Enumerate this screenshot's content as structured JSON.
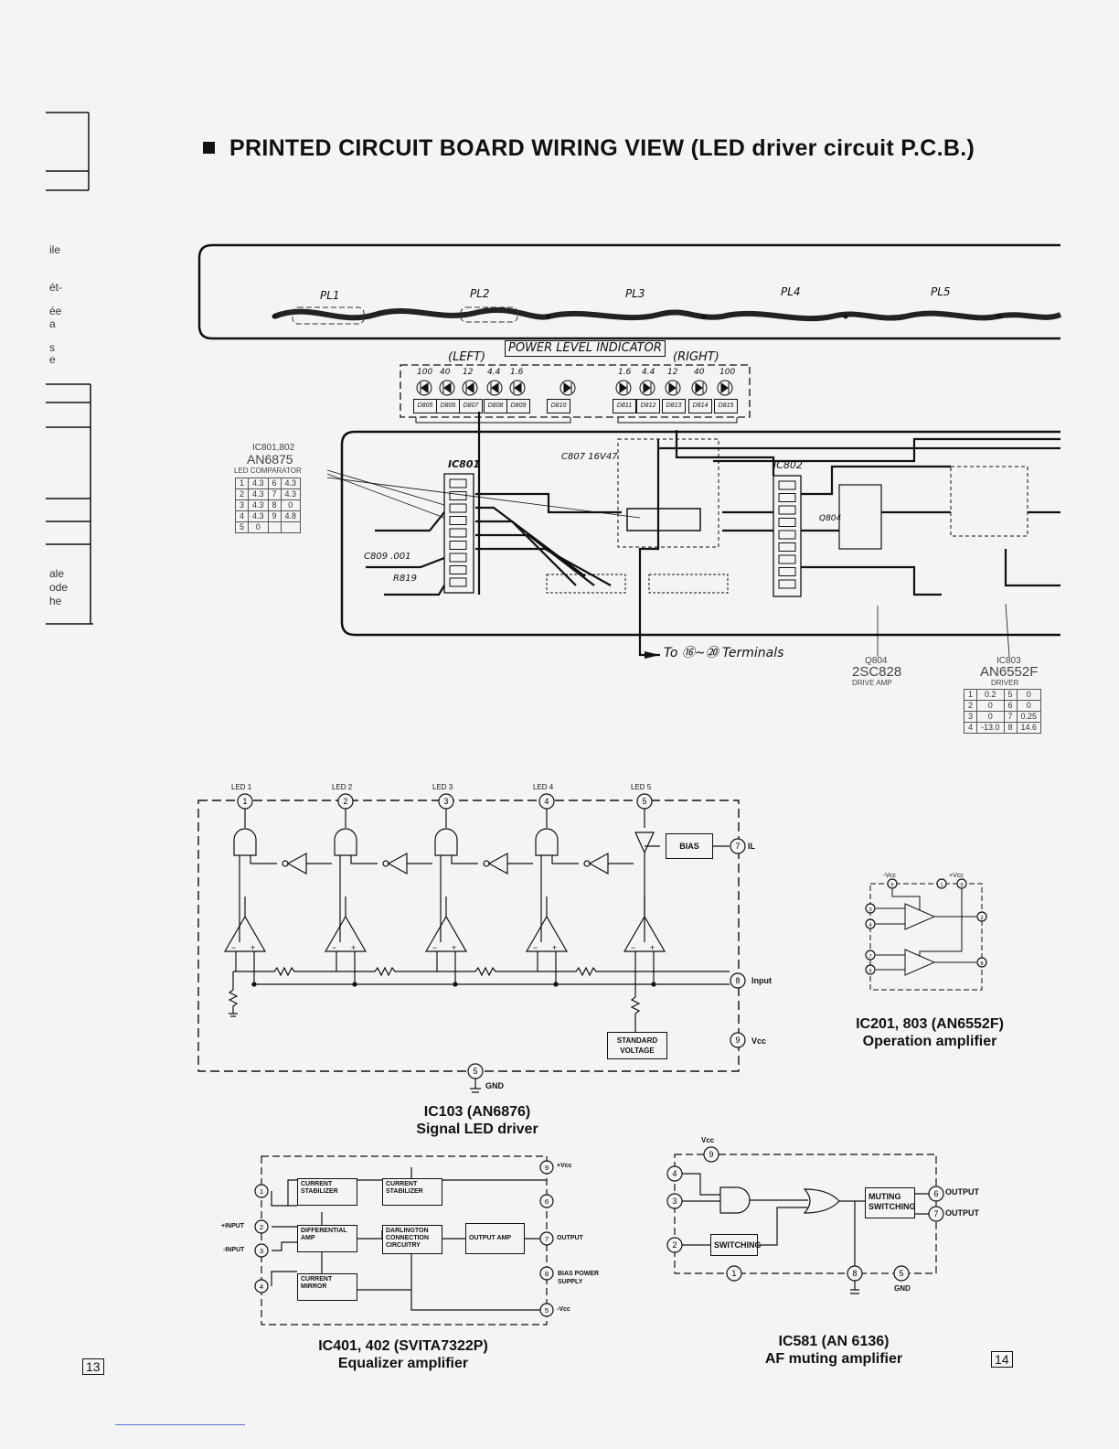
{
  "title": "PRINTED CIRCUIT BOARD WIRING VIEW  (LED driver circuit P.C.B.)",
  "side_fragments": [
    "ile",
    "ét-",
    "ée",
    "a",
    "s",
    "e",
    "ale",
    "ode",
    "he"
  ],
  "pcb": {
    "pilot_lamps": [
      "PL1",
      "PL2",
      "PL3",
      "PL4",
      "PL5"
    ],
    "indicator_title": "POWER LEVEL INDICATOR",
    "left_label": "(LEFT)",
    "right_label": "(RIGHT)",
    "left_levels": [
      "100",
      "40",
      "12",
      "4.4",
      "1.6"
    ],
    "right_levels": [
      "1.6",
      "4.4",
      "12",
      "40",
      "100"
    ],
    "leds_left": [
      "D805",
      "D806",
      "D807",
      "D808",
      "D809"
    ],
    "led_center": "D810",
    "leds_right": [
      "D811",
      "D812",
      "D813",
      "D814",
      "D815"
    ],
    "ic801_label": "IC801",
    "ic802_label": "IC802",
    "c807_label": "C807 16V47",
    "c809_label": "C809 .001",
    "r819_label": "R819",
    "q804_pcb_label": "Q804",
    "terminals_note": "To ⑯~⑳ Terminals",
    "ic801_callout": {
      "ref": "IC801,802",
      "part": "AN6875",
      "function": "LED COMPARATOR",
      "rows": [
        [
          "1",
          "4.3",
          "6",
          "4.3"
        ],
        [
          "2",
          "4.3",
          "7",
          "4.3"
        ],
        [
          "3",
          "4.3",
          "8",
          "0"
        ],
        [
          "4",
          "4.3",
          "9",
          "4.8"
        ],
        [
          "5",
          "0",
          "",
          ""
        ]
      ]
    },
    "q804_callout": {
      "ref": "Q804",
      "part": "2SC828",
      "function": "DRIVE AMP"
    },
    "ic803_callout": {
      "ref": "IC803",
      "part": "AN6552F",
      "function": "DRIVER",
      "rows": [
        [
          "1",
          "0.2",
          "5",
          "0"
        ],
        [
          "2",
          "0",
          "6",
          "0"
        ],
        [
          "3",
          "0",
          "7",
          "0.25"
        ],
        [
          "4",
          "-13.0",
          "8",
          "14.6"
        ]
      ]
    }
  },
  "ic103": {
    "led_labels": [
      "LED 1",
      "LED 2",
      "LED 3",
      "LED 4",
      "LED 5"
    ],
    "bias": "BIAS",
    "il": "IL",
    "input": "Input",
    "vcc": "Vcc",
    "gnd": "GND",
    "standard_voltage": [
      "STANDARD",
      "VOLTAGE"
    ],
    "pins": [
      "1",
      "2",
      "3",
      "4",
      "5",
      "7",
      "8",
      "9",
      "5"
    ],
    "caption_line1": "IC103 (AN6876)",
    "caption_line2": "Signal LED driver"
  },
  "ic201": {
    "vcc_neg": "-Vcc",
    "vcc_pos": "+Vcc",
    "caption_line1": "IC201, 803 (AN6552F)",
    "caption_line2": "Operation amplifier"
  },
  "ic401": {
    "blocks": {
      "cur_stab_1": [
        "CURRENT",
        "STABILIZER"
      ],
      "cur_stab_2": [
        "CURRENT",
        "STABILIZER"
      ],
      "diff_amp": [
        "DIFFERENTIAL",
        "AMP"
      ],
      "darlington": [
        "DARLINGTON",
        "CONNECTION",
        "CIRCUITRY"
      ],
      "output_amp": [
        "OUTPUT AMP"
      ],
      "cur_mirror": [
        "CURRENT",
        "MIRROR"
      ]
    },
    "labels": {
      "vcc_pos": "+Vcc",
      "input_pos": "+INPUT",
      "input_neg": "-INPUT",
      "output": "OUTPUT",
      "bias": "BIAS POWER",
      "bias2": "SUPPLY",
      "vcc_neg": "-Vcc"
    },
    "caption_line1": "IC401, 402 (SVITA7322P)",
    "caption_line2": "Equalizer amplifier"
  },
  "ic581": {
    "vcc": "Vcc",
    "muting": [
      "MUTING",
      "SWITCHING"
    ],
    "switching": "SWITCHING",
    "output": "OUTPUT",
    "gnd": "GND",
    "caption_line1": "IC581 (AN 6136)",
    "caption_line2": "AF muting amplifier"
  },
  "page_left": "13",
  "page_right": "14"
}
